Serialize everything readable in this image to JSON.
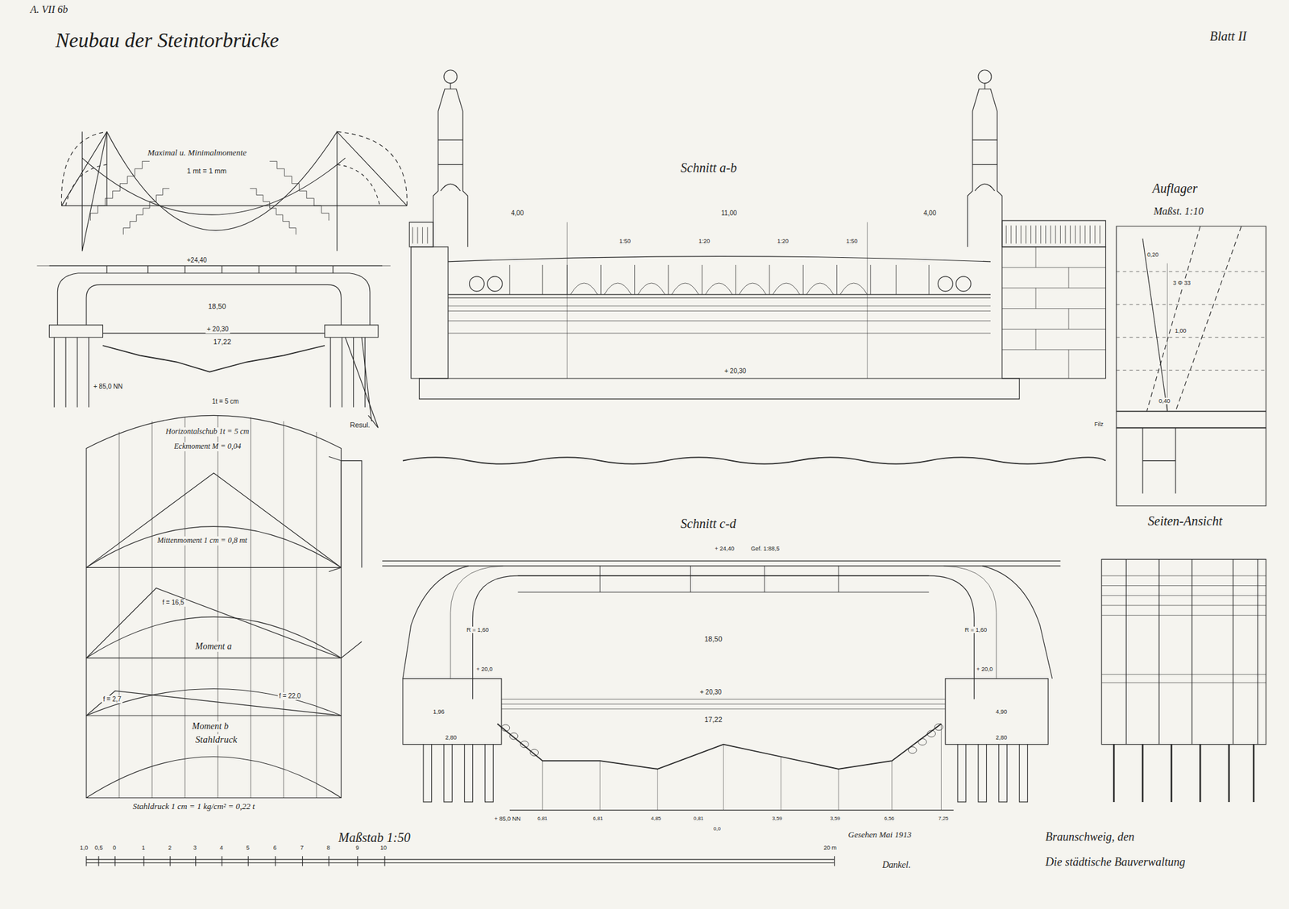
{
  "diagram": {
    "title": "Neubau der Steintorbrücke",
    "labels": [
      "A. VII 6b",
      "Blatt II",
      "Maximal u. Minimalmomente",
      "1 mt = 1 mm",
      "+24,40",
      "18,50",
      "+ 20,30",
      "17,22",
      "+ 85,0 NN",
      "1t = 5 cm",
      "Resul.",
      "Horizontalschub 1t = 5 cm",
      "Eckmoment M = 0,04",
      "Mittenmoment 1 cm = 0,8 mt",
      "f = 16,5",
      "Moment a",
      "f = 22,0",
      "f = 2,7",
      "Moment b",
      "Stahldruck",
      "Stahldruck 1 cm = 1 kg/cm² = 0,22 t",
      "Maßstab 1:50",
      "1,0",
      "0,5",
      "0",
      "1",
      "2",
      "3",
      "4",
      "5",
      "6",
      "7",
      "8",
      "9",
      "10",
      "20 m",
      "Schnitt a-b",
      "4,00",
      "11,00",
      "4,00",
      "1:50",
      "1:20",
      "1:20",
      "1:50",
      "+ 20,30",
      "Auflager",
      "Maßst. 1:10",
      "0,20",
      "3 Φ 33",
      "1,00",
      "0,40",
      "Filz",
      "Schnitt c-d",
      "+ 24,40",
      "Gef. 1:88,5",
      "R = 1,60",
      "R = 1,60",
      "18,50",
      "+ 20,30",
      "17,22",
      "1,96",
      "2,80",
      "+ 20,0",
      "+ 20,0",
      "4,90",
      "2,80",
      "+ 85,0 NN",
      "6,81",
      "6,81",
      "4,85",
      "0,81",
      "0,0",
      "3,59",
      "3,59",
      "6,56",
      "7,25",
      "Seiten-Ansicht",
      "Braunschweig, den",
      "Die städtische Bauverwaltung",
      "Gesehen Mai 1913",
      "Dankel."
    ]
  }
}
